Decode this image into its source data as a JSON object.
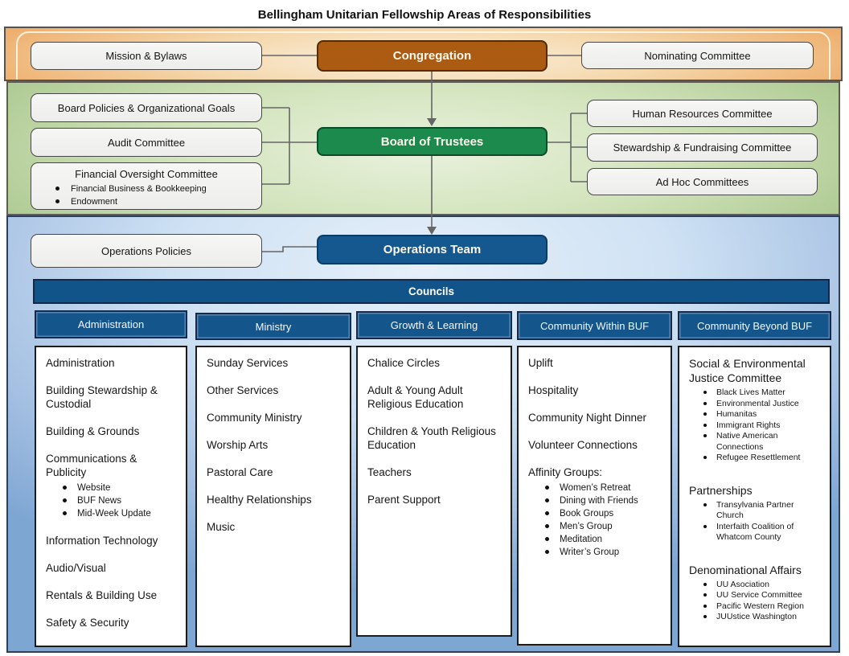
{
  "title": "Bellingham Unitarian Fellowship Areas of Responsibilities",
  "colors": {
    "congregation": "#ab5c12",
    "board_of_trustees": "#1c8a4c",
    "operations_team": "#155890",
    "councils_bar": "#11548a",
    "council_header": "#14568c",
    "connector": "#666666",
    "band_orange_edge": "#eca55f",
    "band_green_edge": "#a5c489",
    "band_blue_edge": "#7ea6d3"
  },
  "congregation_band": {
    "left_box": "Mission & Bylaws",
    "center_box": "Congregation",
    "right_box": "Nominating Committee"
  },
  "board_band": {
    "center_box": "Board of Trustees",
    "left_boxes": [
      {
        "label": "Board Policies & Organizational Goals"
      },
      {
        "label": "Audit Committee"
      },
      {
        "label": "Financial Oversight Committee",
        "bullets": [
          "Financial Business & Bookkeeping",
          "Endowment"
        ]
      }
    ],
    "right_boxes": [
      {
        "label": "Human Resources Committee"
      },
      {
        "label": "Stewardship & Fundraising Committee"
      },
      {
        "label": "Ad Hoc Committees"
      }
    ]
  },
  "operations_band": {
    "left_box": "Operations Policies",
    "center_box": "Operations Team"
  },
  "councils": {
    "title": "Councils",
    "columns": [
      {
        "header": "Administration",
        "items": [
          {
            "label": "Administration"
          },
          {
            "label": "Building Stewardship & Custodial"
          },
          {
            "label": "Building & Grounds"
          },
          {
            "label": "Communications & Publicity",
            "bullets": [
              "Website",
              "BUF News",
              "Mid-Week Update"
            ]
          },
          {
            "label": "Information Technology"
          },
          {
            "label": "Audio/Visual"
          },
          {
            "label": "Rentals & Building Use"
          },
          {
            "label": "Safety & Security"
          }
        ]
      },
      {
        "header": "Ministry",
        "items": [
          {
            "label": "Sunday Services"
          },
          {
            "label": "Other Services"
          },
          {
            "label": "Community Ministry"
          },
          {
            "label": "Worship Arts"
          },
          {
            "label": "Pastoral Care"
          },
          {
            "label": "Healthy Relationships"
          },
          {
            "label": "Music"
          }
        ]
      },
      {
        "header": "Growth & Learning",
        "items": [
          {
            "label": "Chalice Circles"
          },
          {
            "label": "Adult & Young Adult Religious Education"
          },
          {
            "label": "Children & Youth Religious Education"
          },
          {
            "label": "Teachers"
          },
          {
            "label": "Parent Support"
          }
        ]
      },
      {
        "header": "Community Within BUF",
        "items": [
          {
            "label": "Uplift"
          },
          {
            "label": "Hospitality"
          },
          {
            "label": "Community Night Dinner"
          },
          {
            "label": "Volunteer Connections"
          },
          {
            "label": "Affinity Groups:",
            "bullets": [
              "Women’s Retreat",
              "Dining with Friends",
              "Book Groups",
              "Men’s Group",
              "Meditation",
              "Writer’s Group"
            ]
          }
        ]
      },
      {
        "header": "Community Beyond BUF",
        "items": [
          {
            "label": "Social & Environmental Justice Committee",
            "bullets": [
              "Black Lives Matter",
              "Environmental Justice",
              "Humanitas",
              "Immigrant Rights",
              "Native American Connections",
              "Refugee Resettlement"
            ]
          },
          {
            "label": "Partnerships",
            "bullets": [
              "Transylvania Partner Church",
              "Interfaith Coalition of Whatcom County"
            ]
          },
          {
            "label": "Denominational Affairs",
            "bullets": [
              "UU Asociation",
              "UU Service Committee",
              "Pacific Western Region",
              "JUUstice Washington"
            ]
          }
        ]
      }
    ]
  }
}
